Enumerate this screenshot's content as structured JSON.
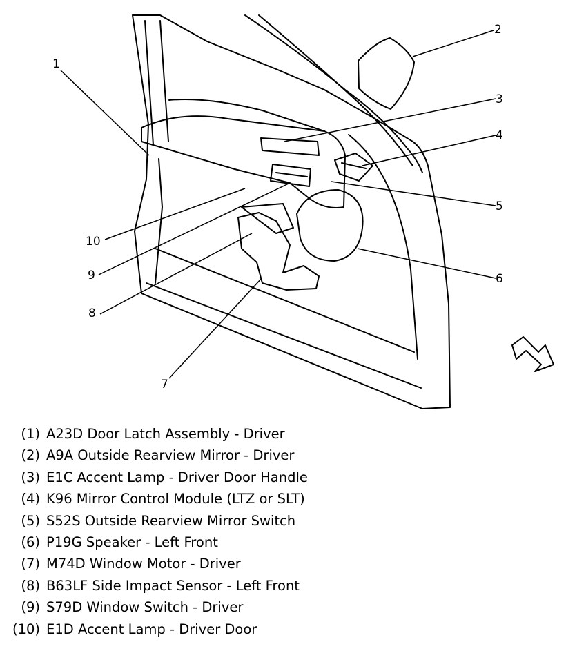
{
  "callouts": [
    {
      "num": "1"
    },
    {
      "num": "2"
    },
    {
      "num": "3"
    },
    {
      "num": "4"
    },
    {
      "num": "5"
    },
    {
      "num": "6"
    },
    {
      "num": "7"
    },
    {
      "num": "8"
    },
    {
      "num": "9"
    },
    {
      "num": "10"
    }
  ],
  "legend": [
    {
      "num": "(1)",
      "text": "A23D Door Latch Assembly - Driver"
    },
    {
      "num": "(2)",
      "text": "A9A Outside Rearview Mirror - Driver"
    },
    {
      "num": "(3)",
      "text": "E1C Accent Lamp - Driver Door Handle"
    },
    {
      "num": "(4)",
      "text": "K96 Mirror Control Module (LTZ or SLT)"
    },
    {
      "num": "(5)",
      "text": "S52S Outside Rearview Mirror Switch"
    },
    {
      "num": "(6)",
      "text": "P19G Speaker - Left Front"
    },
    {
      "num": "(7)",
      "text": "M74D Window Motor - Driver"
    },
    {
      "num": "(8)",
      "text": "B63LF Side Impact Sensor - Left Front"
    },
    {
      "num": "(9)",
      "text": "S79D Window Switch - Driver"
    },
    {
      "num": "(10)",
      "text": "E1D Accent Lamp - Driver Door"
    }
  ]
}
